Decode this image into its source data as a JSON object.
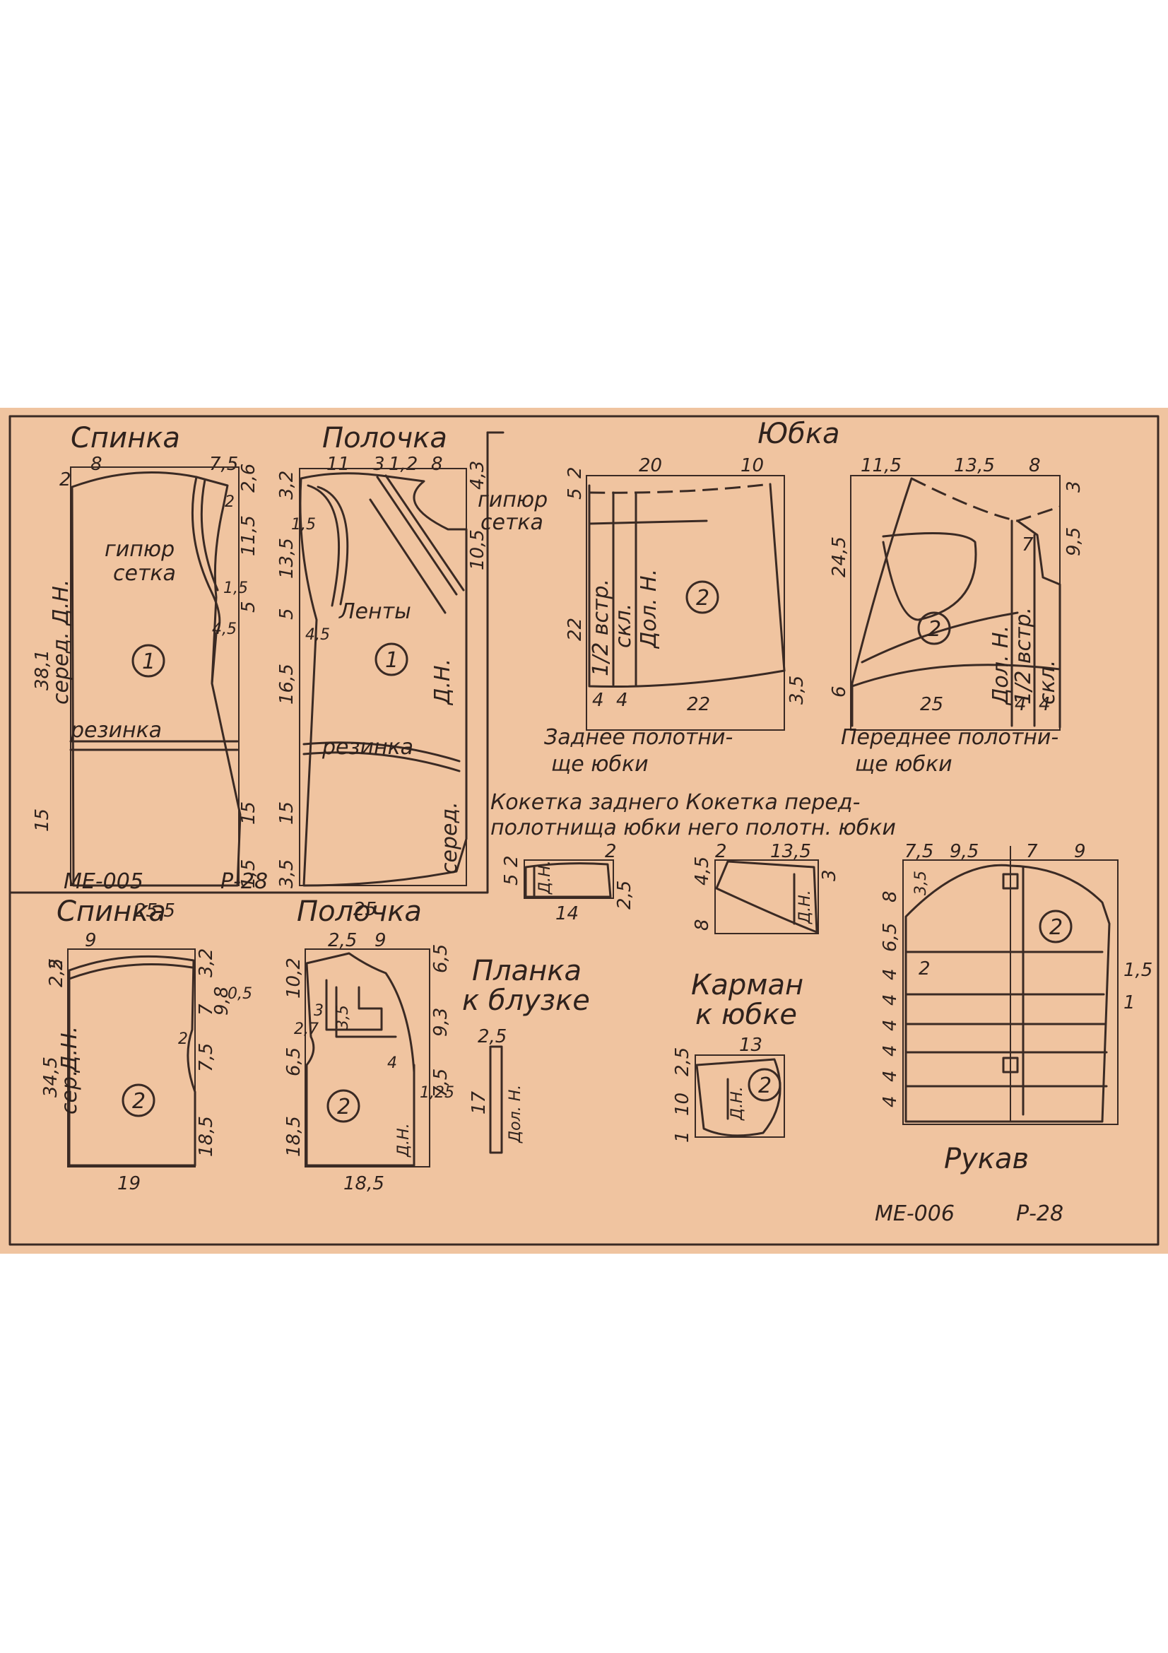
{
  "sheet_top": {
    "code": "МЕ-005",
    "size": "Р-28",
    "back": {
      "title": "Спинка",
      "piece_no": "1",
      "labels": {
        "lace": "гипюр",
        "mesh": "сетка",
        "center": "серед. Д.Н.",
        "elastic": "резинка"
      },
      "dims": {
        "top1": "8",
        "top2": "7,5",
        "top_left": "2",
        "right_top": "2,6",
        "right_mid": "11,5",
        "right_low": "5",
        "right_bot": "15",
        "right_end": "1,5",
        "inner_top": "2",
        "inner_mid": "1,5",
        "inner_4": "4,5",
        "height": "38,1",
        "lower": "15",
        "bottom": "25,5"
      }
    },
    "front": {
      "title": "Полочка",
      "piece_no": "1",
      "labels": {
        "lace": "гипюр",
        "mesh": "сетка",
        "ribbons": "Ленты",
        "grain": "Д.Н.",
        "elastic": "резинка",
        "center": "серед."
      },
      "dims": {
        "top1": "11",
        "top2": "3",
        "top3": "1,2",
        "top4": "8",
        "left_top": "3,2",
        "left_2": "1,5",
        "left_3": "13,5",
        "left_4": "5",
        "left_5": "4,5",
        "left_6": "16,5",
        "left_7": "15",
        "left_8": "3,5",
        "right_top": "4,3",
        "right_2": "10,5",
        "bottom": "25"
      }
    },
    "skirt": {
      "title": "Юбка",
      "back_panel": {
        "name_line1": "Заднее полотни-",
        "name_line2": "ще юбки",
        "piece_no": "2",
        "labels": {
          "half_contact": "1/2 встр.",
          "fold": "скл.",
          "grain": "Дол. Н."
        },
        "dims": {
          "top1": "20",
          "top2": "10",
          "left_top1": "5",
          "left_top2": "2",
          "left_mid": "22",
          "bot1": "4",
          "bot2": "4",
          "bottom": "22",
          "right": "3,5"
        }
      },
      "front_panel": {
        "name_line1": "Переднее полотни-",
        "name_line2": "ще юбки",
        "piece_no": "2",
        "labels": {
          "grain": "Дол. Н.",
          "half_contact": "1/2 встр.",
          "fold": "скл."
        },
        "dims": {
          "top1": "11,5",
          "top2": "13,5",
          "top3": "8",
          "right_top": "3",
          "right_mid": "9,5",
          "inner": "7",
          "left": "24,5",
          "left_bot": "6",
          "bottom": "25",
          "bot1": "4",
          "bot2": "4"
        }
      }
    }
  },
  "sheet_bottom": {
    "code": "МЕ-006",
    "size": "Р-28",
    "back": {
      "title": "Спинка",
      "piece_no": "2",
      "labels": {
        "center": "сер.",
        "grain": "Д.Н."
      },
      "dims": {
        "top": "9",
        "left1": "2,5",
        "left2": "2",
        "left3": "34,5",
        "right1": "3,2",
        "right2": "7",
        "right3": "9,8",
        "right4": "0,5",
        "right5": "7,5",
        "right6": "18,5",
        "inner": "2",
        "bottom": "19"
      }
    },
    "front": {
      "title": "Полочка",
      "piece_no": "2",
      "labels": {
        "grain": "Д.Н."
      },
      "dims": {
        "top1": "2,5",
        "top2": "9",
        "left1": "10,2",
        "left2": "3",
        "left3": "2,7",
        "left4": "6,5",
        "left5": "18,5",
        "inner1": "3,5",
        "inner2": "4",
        "right1": "6,5",
        "right2": "9,3",
        "right3": "7,5",
        "right4": "1,25",
        "bottom": "18,5"
      }
    },
    "placket": {
      "title_line1": "Планка",
      "title_line2": "к блузке",
      "labels": {
        "grain": "Дол. Н."
      },
      "dims": {
        "width": "2,5",
        "length": "17"
      }
    },
    "yokes": {
      "header_line1": "Кокетка заднего  Кокетка перед-",
      "header_line2": "полотнища юбки  него полотн. юбки",
      "back_yoke": {
        "labels": {
          "grain": "Д.Н."
        },
        "dims": {
          "top": "2",
          "left1": "5",
          "left2": "2",
          "right": "2,5",
          "bottom": "14"
        }
      },
      "front_yoke": {
        "labels": {
          "grain": "Д.Н."
        },
        "dims": {
          "top1": "2",
          "top2": "13,5",
          "left1": "4,5",
          "left2": "8",
          "right": "3"
        }
      }
    },
    "pocket": {
      "title_line1": "Карман",
      "title_line2": "к юбке",
      "piece_no": "2",
      "labels": {
        "grain": "Д.Н."
      },
      "dims": {
        "top": "13",
        "left1": "2,5",
        "left2": "10",
        "left3": "1"
      }
    },
    "sleeve": {
      "title": "Рукав",
      "piece_no": "2",
      "dims": {
        "top1": "7,5",
        "top2": "9,5",
        "top3": "7",
        "top4": "9",
        "left1": "8",
        "left2": "3,5",
        "left3": "6,5",
        "left4": "4",
        "left5": "4",
        "left6": "4",
        "left7": "4",
        "left8": "4",
        "left9": "4",
        "inner": "2",
        "right1": "1,5",
        "right2": "1"
      }
    }
  }
}
